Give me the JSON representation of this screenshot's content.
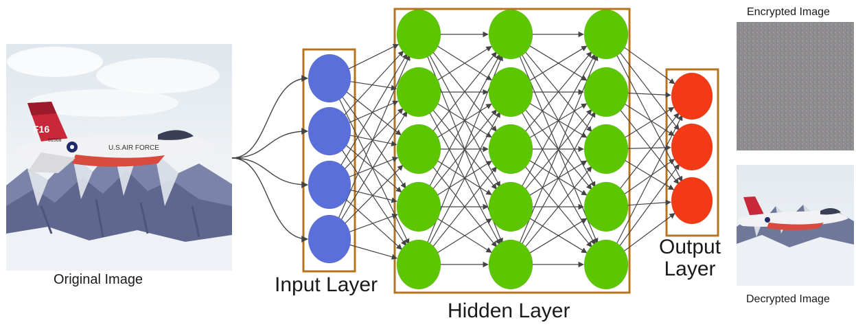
{
  "labels": {
    "original_image": "Original Image",
    "input_layer": "Input Layer",
    "hidden_layer": "Hidden Layer",
    "output_layer_line1": "Output",
    "output_layer_line2": "Layer",
    "encrypted_image": "Encrypted Image",
    "decrypted_image": "Decrypted Image"
  },
  "jet": {
    "tail_code": "F16",
    "serial": "01568",
    "fuselage_text": "U.S.AIR FORCE"
  },
  "network": {
    "input_nodes": 4,
    "hidden_layers": 3,
    "nodes_per_hidden_layer": 5,
    "output_nodes": 3
  },
  "colors": {
    "input_node": "#5a6fd9",
    "hidden_node": "#5cc600",
    "output_node": "#f23a16",
    "layer_box": "#b8731f",
    "edge": "#444444"
  }
}
